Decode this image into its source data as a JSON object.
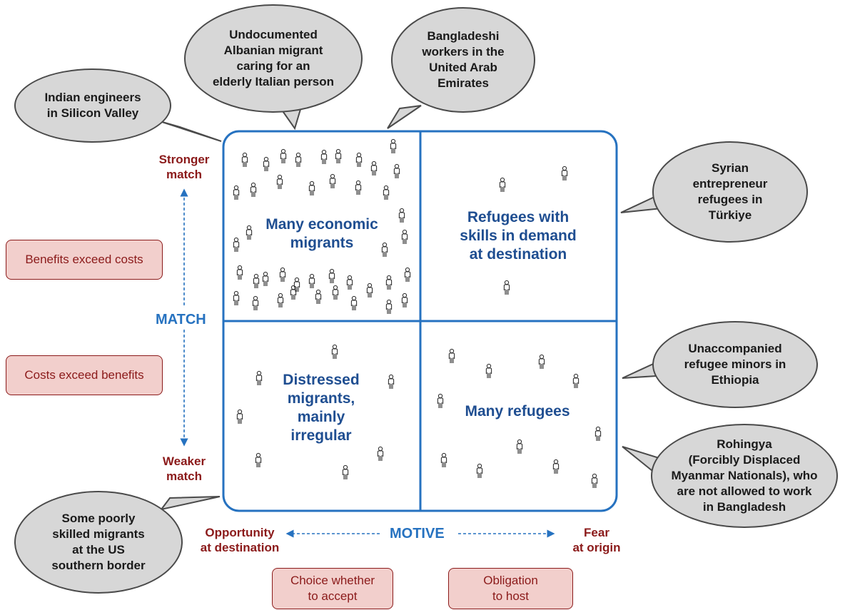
{
  "colors": {
    "frame": "#2672c0",
    "quadrant_text": "#1f4e91",
    "axis_label": "#8b1a1a",
    "bubble_fill": "#d7d7d7",
    "box_fill": "#f2cfcc"
  },
  "bubbles": {
    "indian_engineers": "Indian engineers\nin Silicon Valley",
    "albanian_migrant": "Undocumented\nAlbanian migrant\ncaring for an\nelderly Italian person",
    "bangladeshi_workers": "Bangladeshi\nworkers in the\nUnited Arab\nEmirates",
    "syrian_entrepreneurs": "Syrian\nentrepreneur\nrefugees in\nTürkiye",
    "unaccompanied_minors": "Unaccompanied\nrefugee minors in\nEthiopia",
    "rohingya": "Rohingya\n(Forcibly Displaced\nMyanmar Nationals), who\nare not allowed to work\nin Bangladesh",
    "poorly_skilled": "Some poorly\nskilled migrants\nat the US\nsouthern border"
  },
  "quadrants": {
    "top_left": "Many economic\nmigrants",
    "top_right": "Refugees with\nskills in demand\nat destination",
    "bottom_left": "Distressed\nmigrants,\nmainly\nirregular",
    "bottom_right": "Many refugees"
  },
  "axes": {
    "stronger_match": "Stronger\nmatch",
    "weaker_match": "Weaker\nmatch",
    "match": "MATCH",
    "motive": "MOTIVE",
    "opportunity": "Opportunity\nat destination",
    "fear": "Fear\nat origin"
  },
  "boxes": {
    "benefits_exceed_costs": "Benefits exceed costs",
    "costs_exceed_benefits": "Costs exceed benefits",
    "choice_whether_to_accept": "Choice whether\nto accept",
    "obligation_to_host": "Obligation\nto host"
  },
  "icons": {
    "person": "person-icon"
  }
}
